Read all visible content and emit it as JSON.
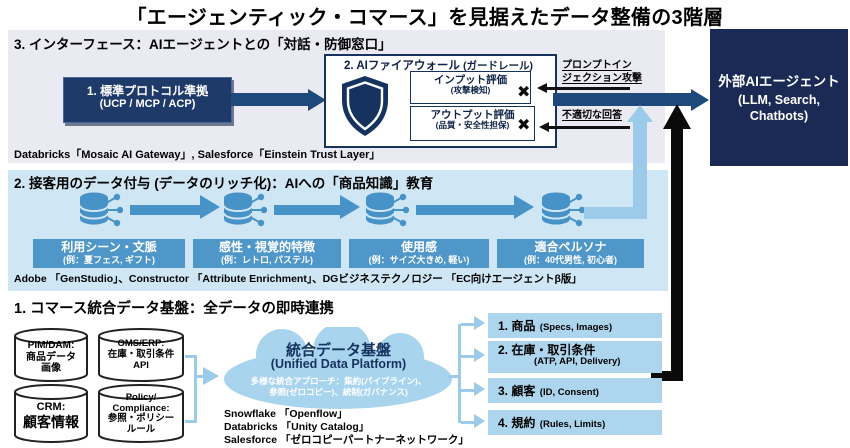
{
  "title": "「エージェンティック・コマース」を見据えたデータ整備の3階層",
  "colors": {
    "navy": "#1e3a68",
    "dark_navy_box": "#1a2a55",
    "steel_blue": "#4793c8",
    "stage_blue": "#4f97c9",
    "light_blue": "#9ccae9",
    "panel_lavender": "#e9eaf2",
    "panel_blue": "#cfe6f4",
    "output_blue": "#aed5ee",
    "black": "#0a0a0a"
  },
  "layer3": {
    "label": "3. インターフェース：AIエージェントとの「対話・防御窓口」",
    "protocol_box": {
      "line1": "1. 標準プロトコル準拠",
      "line2": "(UCP / MCP / ACP)"
    },
    "firewall": {
      "title": "2. AIファイアウォール ",
      "title_suffix": "(ガードレール)",
      "input_eval": {
        "line1": "インプット評価",
        "line2": "(攻撃検知)"
      },
      "output_eval": {
        "line1": "アウトプット評価",
        "line2": "(品質・安全性担保)"
      },
      "block_mark": "✖"
    },
    "attacks": {
      "prompt_injection_line1": "プロンプトイン",
      "prompt_injection_line2": "ジェクション攻撃",
      "bad_answer": "不適切な回答"
    },
    "vendors": "Databricks「Mosaic AI Gateway」, Salesforce「Einstein Trust Layer」",
    "external_agent": {
      "line1": "外部AIエージェント",
      "line2": "(LLM, Search,",
      "line3": "Chatbots)"
    }
  },
  "layer2": {
    "label": "2. 接客用のデータ付与 (データのリッチ化)：AIへの「商品知識」教育",
    "stages": [
      {
        "title": "利用シーン・文脈",
        "example": "(例：夏フェス, ギフト)"
      },
      {
        "title": "感性・視覚的特徴",
        "example": "(例：レトロ, パステル)"
      },
      {
        "title": "使用感",
        "example": "(例：サイズ大きめ, 軽い)"
      },
      {
        "title": "適合ペルソナ",
        "example": "(例：40代男性, 初心者)"
      }
    ],
    "vendors": "Adobe 「GenStudio」、Constructor 「Attribute Enrichment」、DGビジネステクノロジー 「EC向けエージェントβ版」"
  },
  "layer1": {
    "label": "1. コマース統合データ基盤：全データの即時連携",
    "sources": [
      {
        "lines": [
          "PIM/DAM:",
          "商品データ",
          "画像"
        ]
      },
      {
        "lines": [
          "OMS/ERP:",
          "在庫・取引条件",
          "API"
        ]
      },
      {
        "lines": [
          "CRM:",
          "顧客情報"
        ]
      },
      {
        "lines": [
          "Policy/",
          "Compliance:",
          "参照・ポリシー",
          "ルール"
        ]
      }
    ],
    "platform": {
      "title": "統合データ基盤",
      "subtitle": "(Unified Data Platform)",
      "desc1": "多様な統合アプローチ：集約(パイプライン)、",
      "desc2": "参照(ゼロコピー)、統制(ガバナンス)"
    },
    "vendors": [
      "Snowflake 「Openflow」",
      "Databricks 「Unity Catalog」",
      "Salesforce 「ゼロコピーパートナーネットワーク」"
    ],
    "outputs": [
      {
        "title": "1. 商品",
        "detail": "(Specs, Images)"
      },
      {
        "title": "2. 在庫・取引条件",
        "detail": "(ATP, API, Delivery)"
      },
      {
        "title": "3. 顧客",
        "detail": "(ID, Consent)"
      },
      {
        "title": "4. 規約",
        "detail": "(Rules, Limits)"
      }
    ]
  }
}
